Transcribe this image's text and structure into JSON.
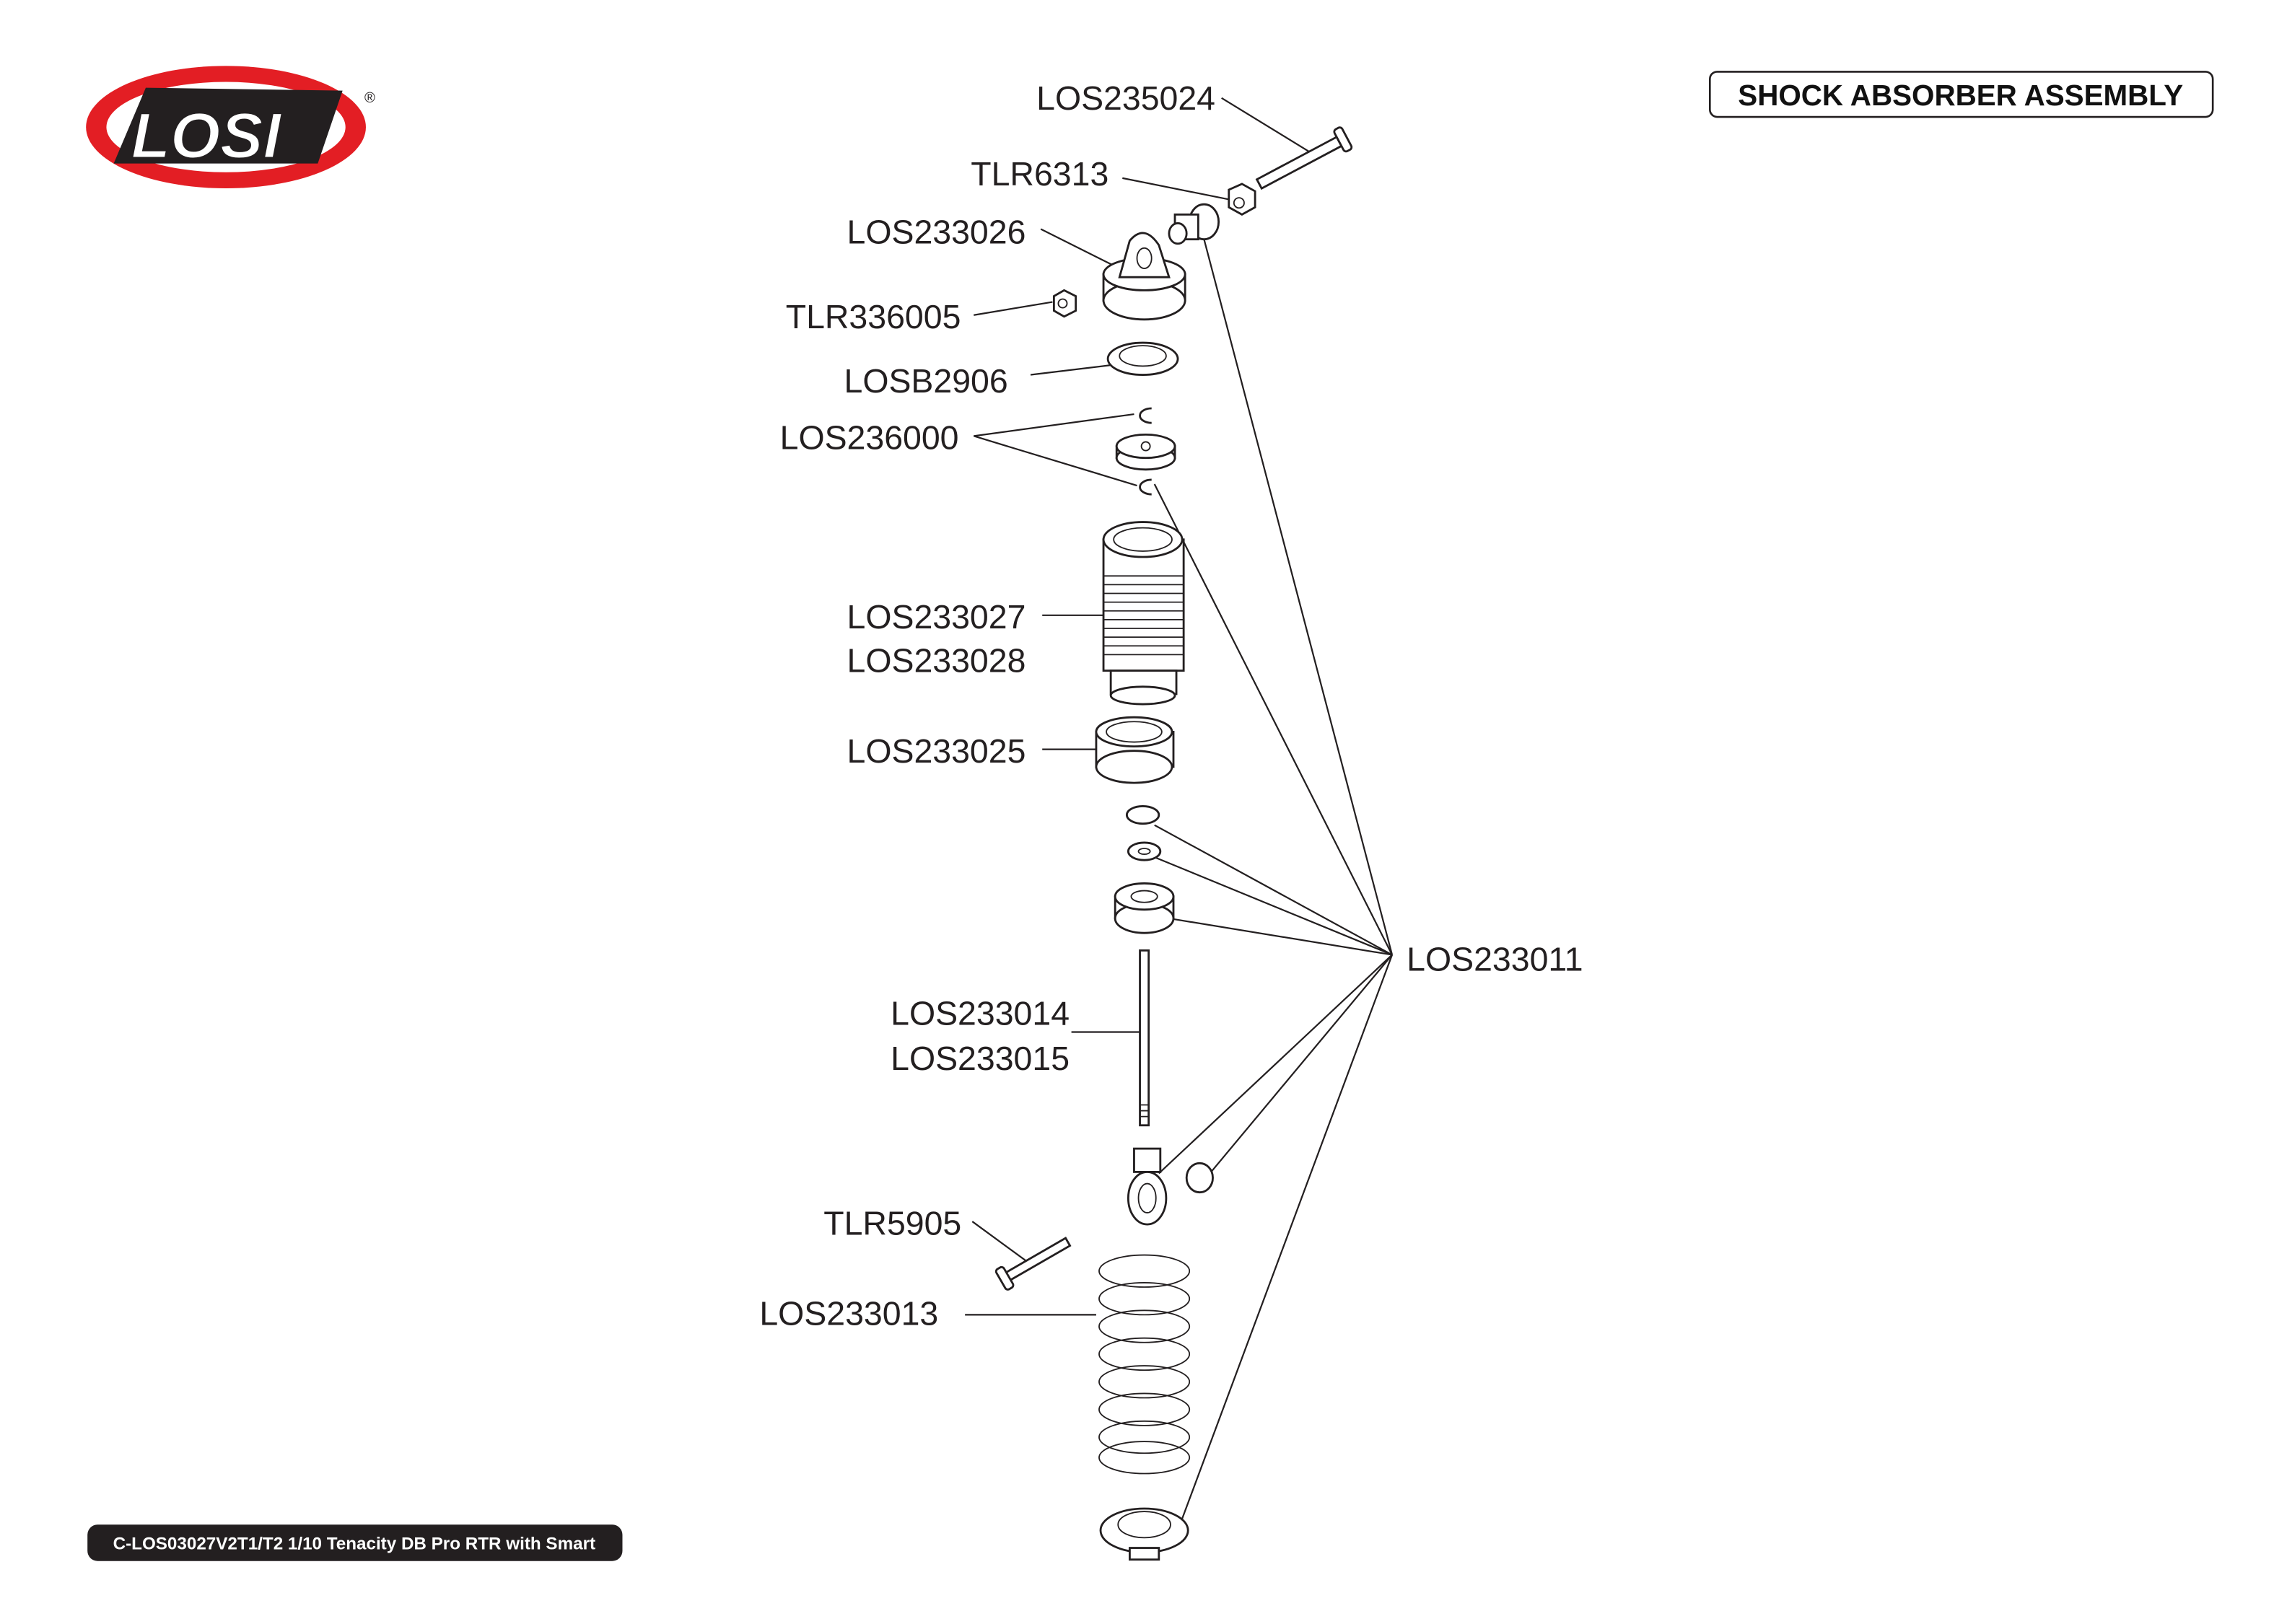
{
  "logo": {
    "text": "LOSI",
    "registered": "®",
    "colors": {
      "red": "#e31e24",
      "black": "#231f20"
    }
  },
  "title": "SHOCK ABSORBER ASSEMBLY",
  "footer": "C-LOS03027V2T1/T2 1/10 Tenacity DB Pro RTR with Smart",
  "parts": {
    "p1": "LOS235024",
    "p2": "TLR6313",
    "p3": "LOS233026",
    "p4": "TLR336005",
    "p5": "LOSB2906",
    "p6": "LOS236000",
    "p7a": "LOS233027",
    "p7b": "LOS233028",
    "p8": "LOS233025",
    "p9": "LOS233011",
    "p10a": "LOS233014",
    "p10b": "LOS233015",
    "p11": "TLR5905",
    "p12": "LOS233013"
  }
}
